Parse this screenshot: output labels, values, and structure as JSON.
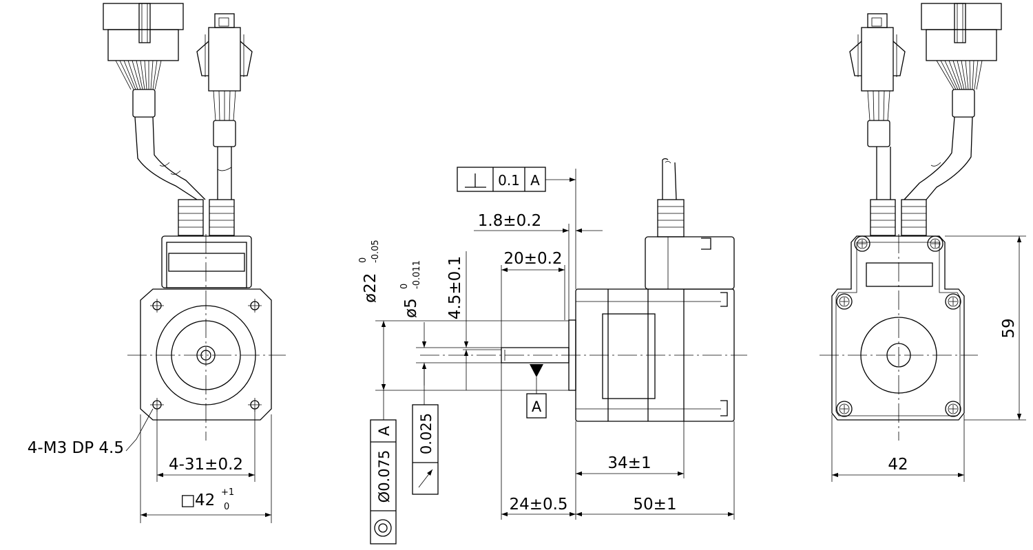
{
  "front_view": {
    "hole_callout": "4-M3 DP 4.5",
    "hole_spacing": "4-31±0.2",
    "flange_square_symbol": "□",
    "flange_size": "42",
    "flange_tol_upper": "+1",
    "flange_tol_lower": "0"
  },
  "side_view": {
    "perp_symbol": "⊥",
    "perp_value": "0.1",
    "perp_datum": "A",
    "shaft_protrusion": "1.8±0.2",
    "shaft_length_label": "20±0.2",
    "flat_depth": "4.5±0.1",
    "pilot_dia_prefix": "ø22",
    "pilot_tol_upper": "0",
    "pilot_tol_lower": "-0.05",
    "shaft_dia_prefix": "ø5",
    "shaft_tol_upper": "0",
    "shaft_tol_lower": "-0.011",
    "datum_label": "A",
    "runout_value": "0.025",
    "concentricity_value": "Ø0.075",
    "concentricity_datum": "A",
    "shaft_to_flange": "24±0.5",
    "body_length": "50±1",
    "partial_length": "34±1"
  },
  "rear_view": {
    "height": "59",
    "width": "42"
  }
}
